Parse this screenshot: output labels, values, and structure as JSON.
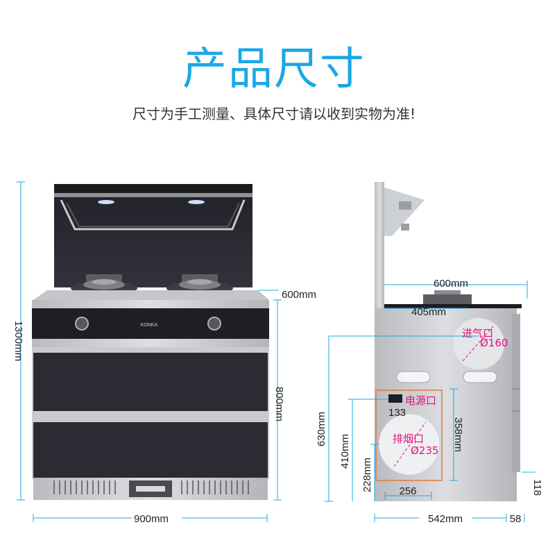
{
  "title": "产品尺寸",
  "subtitle": "尺寸为手工测量、具体尺寸请以收到实物为准!",
  "front": {
    "brand": "KONKA",
    "height_total": "1300mm",
    "width": "900mm",
    "cabinet_height": "800mm",
    "depth": "600mm"
  },
  "side": {
    "depth_top": "600mm",
    "depth_inner": "405mm",
    "inlet_label": "进气口",
    "inlet_diameter": "Ø160",
    "power_label": "电源口",
    "power_offset": "133",
    "exhaust_label": "排烟口",
    "exhaust_diameter": "Ø235",
    "h630": "630mm",
    "h410": "410mm",
    "h228": "228mm",
    "h358": "358mm",
    "w256": "256",
    "h118": "118",
    "depth_body": "542mm",
    "depth_extra": "58"
  },
  "colors": {
    "accent": "#1ba8e6",
    "callout": "#e0127a",
    "panel": "#2a2b33",
    "steel": "#c9cbcf"
  }
}
